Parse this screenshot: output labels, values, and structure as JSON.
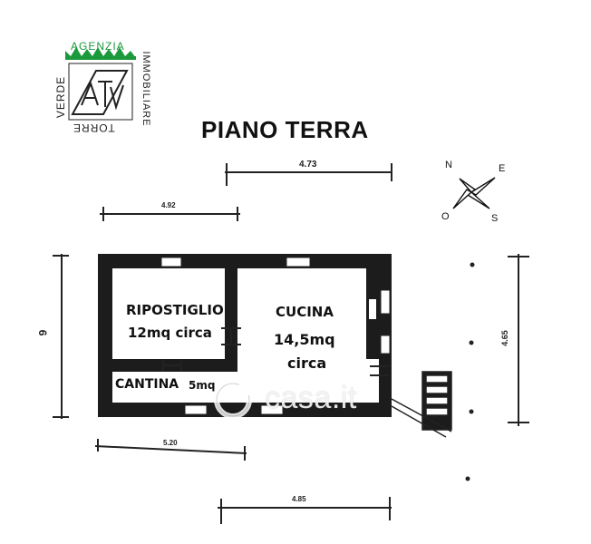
{
  "logo": {
    "top_text": "AGENZIA",
    "left_text": "VERDE",
    "right_text": "IMMOBILIARE",
    "bottom_text": "TORRE",
    "mark_text": "ATV",
    "color": "#1a9a3c"
  },
  "title": "PIANO TERRA",
  "rooms": {
    "ripostiglio_name": "RIPOSTIGLIO",
    "ripostiglio_area": "12mq circa",
    "cucina_name": "CUCINA",
    "cucina_area": "14,5mq",
    "cucina_circa": "circa",
    "cantina_name": "CANTINA",
    "cantina_area": "5mq"
  },
  "dimensions": {
    "top_outer": "4.73",
    "top_inner": "4.92",
    "left": "9",
    "right": "4.65",
    "bottom_inner": "5.20",
    "bottom_outer": "4.85"
  },
  "compass": {
    "n": "N",
    "e": "E",
    "o": "O",
    "s": "S"
  },
  "watermark": "casa.it"
}
